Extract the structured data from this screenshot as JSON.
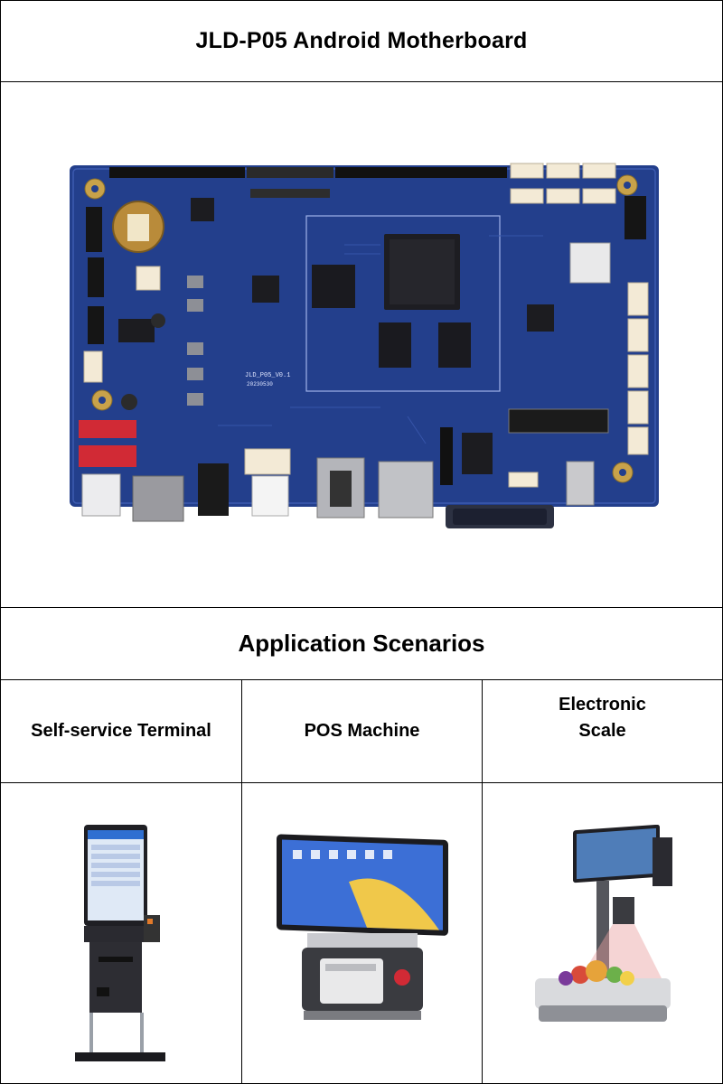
{
  "header": {
    "title": "JLD-P05 Android Motherboard"
  },
  "board": {
    "version_text": "JLD_P05_V0.1",
    "date_text": "20230530",
    "colors": {
      "pcb": "#233f8c",
      "pcb_dark": "#182f6e",
      "silk": "#dfe6ff"
    }
  },
  "scenarios": {
    "title": "Application Scenarios",
    "items": [
      {
        "label": "Self-service Terminal",
        "icon": "kiosk-terminal-image"
      },
      {
        "label": "POS Machine",
        "icon": "pos-machine-image"
      },
      {
        "label": "Electronic Scale",
        "icon": "electronic-scale-image"
      }
    ]
  }
}
